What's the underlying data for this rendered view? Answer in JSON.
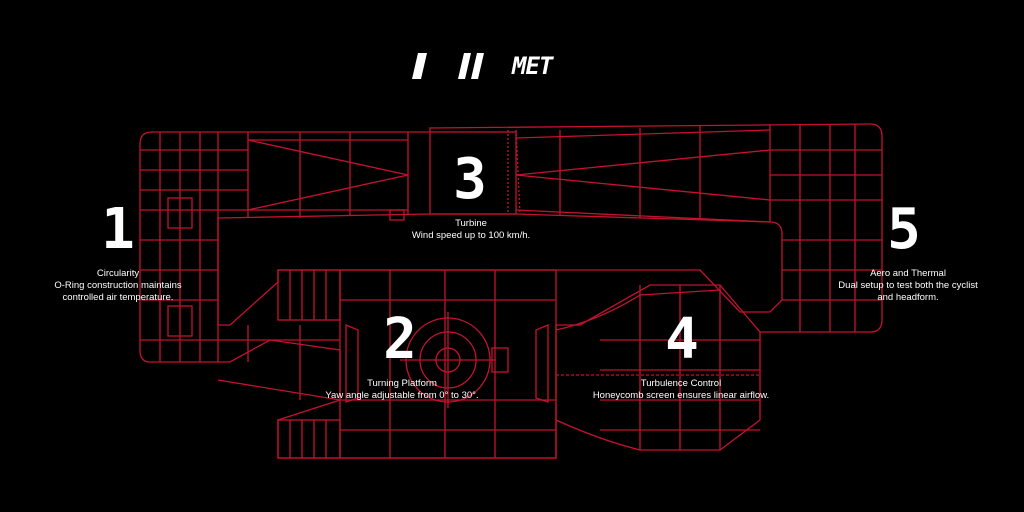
{
  "colors": {
    "background": "#000000",
    "line": "#c4122f",
    "text": "#ffffff"
  },
  "brand": {
    "logo_text": "MET"
  },
  "stations": [
    {
      "number": "1",
      "title": "Circularity",
      "desc": [
        "O-Ring construction maintains",
        "controlled air temperature."
      ]
    },
    {
      "number": "2",
      "title": "Turning Platform",
      "desc": [
        "Yaw angle adjustable from 0° to 30°."
      ]
    },
    {
      "number": "3",
      "title": "Turbine",
      "desc": [
        "Wind speed up to 100 km/h."
      ]
    },
    {
      "number": "4",
      "title": "Turbulence Control",
      "desc": [
        "Honeycomb screen ensures linear airflow."
      ]
    },
    {
      "number": "5",
      "title": "Aero and Thermal",
      "desc": [
        "Dual setup to test both the cyclist",
        "and headform."
      ]
    }
  ]
}
